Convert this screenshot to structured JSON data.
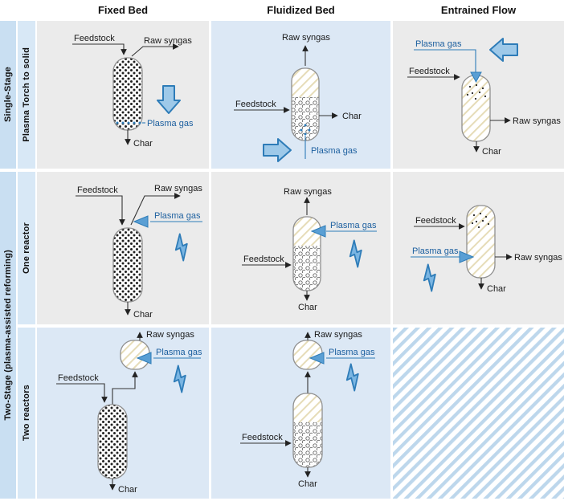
{
  "header": {
    "columns": [
      "Fixed Bed",
      "Fluidized Bed",
      "Entrained Flow"
    ]
  },
  "sidebar": {
    "single_stage": "Single-Stage",
    "plasma_torch_to_solid": "Plasma Torch to solid",
    "two_stage": "Two-Stage (plasma-assisted reforming)",
    "one_reactor": "One reactor",
    "two_reactors": "Two reactors"
  },
  "labels": {
    "feedstock": "Feedstock",
    "raw_syngas": "Raw syngas",
    "char": "Char",
    "plasma_gas": "Plasma gas"
  },
  "colors": {
    "accent_blue": "#2e7cb8",
    "plasma_label_blue": "#1c5f9f",
    "cell_gray": "#ebebeb",
    "cell_blue": "#dce8f5",
    "sidebar_blue_outer": "#c9dff2",
    "sidebar_blue_inner": "#d8e8f6",
    "na_hatch_blue": "#bdd7ec"
  }
}
